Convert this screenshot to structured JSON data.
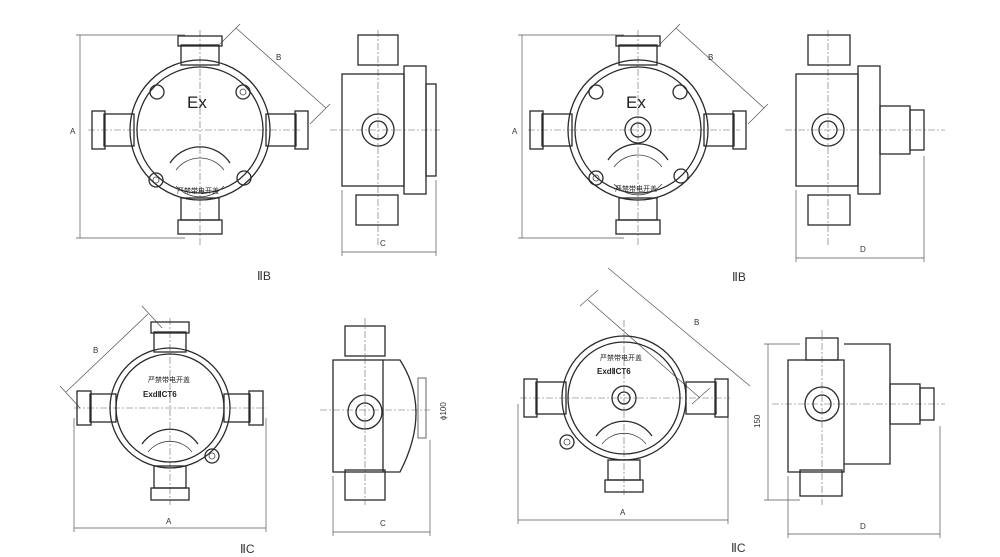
{
  "figures": [
    {
      "front": {
        "marking": "Ex",
        "badge": "严禁带电开盖"
      },
      "dims": {
        "a": "A",
        "b": "B",
        "side": "C"
      },
      "caption": "ⅡB"
    },
    {
      "front": {
        "marking": "Ex",
        "badge": "严禁带电开盖"
      },
      "dims": {
        "a": "A",
        "b": "B",
        "side": "D"
      },
      "caption": "ⅡB"
    },
    {
      "front": {
        "marking": "ExdⅡCT6",
        "badge": "严禁带电开盖"
      },
      "dims": {
        "a": "A",
        "b": "B",
        "side": "C",
        "diameter": "ϕ100"
      },
      "caption": "ⅡC"
    },
    {
      "front": {
        "marking": "ExdⅡCT6",
        "badge": "严禁带电开盖"
      },
      "dims": {
        "a": "A",
        "b": "B",
        "side": "D",
        "height": "150"
      },
      "caption": "ⅡC"
    }
  ]
}
